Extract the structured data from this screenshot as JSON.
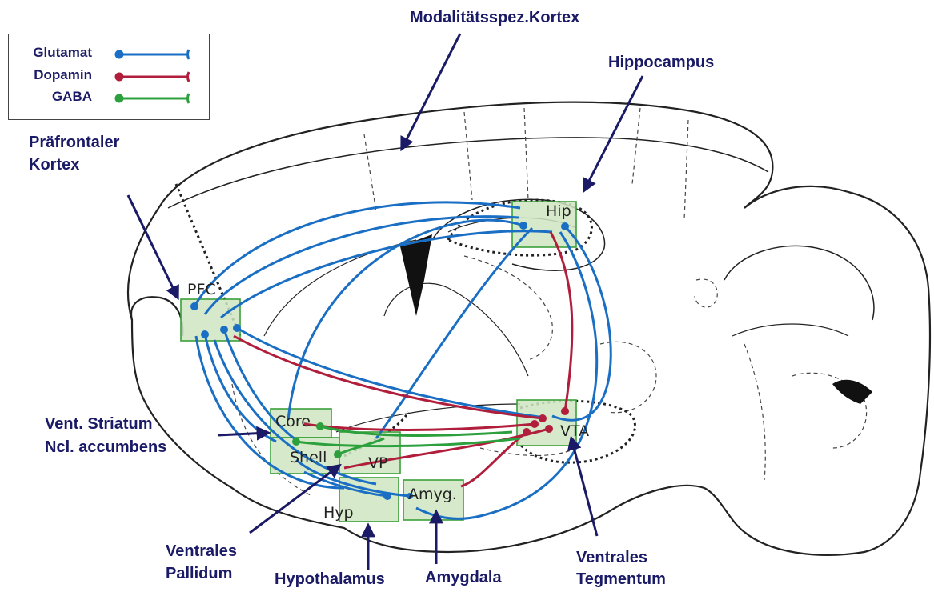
{
  "legend": {
    "items": [
      {
        "label": "Glutamat",
        "color": "#1a6fc4"
      },
      {
        "label": "Dopamin",
        "color": "#b01e3c"
      },
      {
        "label": "GABA",
        "color": "#2ca03c"
      }
    ]
  },
  "callouts": {
    "modal_cortex": "Modalitätsspez.Kortex",
    "hippocampus": "Hippocampus",
    "pfc_line1": "Präfrontaler",
    "pfc_line2": "Kortex",
    "striatum_line1": "Vent. Striatum",
    "striatum_line2": "Ncl. accumbens",
    "pallidum_line1": "Ventrales",
    "pallidum_line2": "Pallidum",
    "hypothalamus": "Hypothalamus",
    "amygdala": "Amygdala",
    "tegmentum_line1": "Ventrales",
    "tegmentum_line2": "Tegmentum"
  },
  "regions": {
    "pfc": "PFC",
    "hip": "Hip",
    "core": "Core",
    "shell": "Shell",
    "vp": "VP",
    "vta": "VTA",
    "hyp": "Hyp",
    "amyg": "Amyg."
  },
  "colors": {
    "glutamate": "#1a6fc4",
    "dopamine": "#b01e3c",
    "gaba": "#2ca03c",
    "region_fill": "#cfe6c2",
    "region_border": "#3aa03a",
    "label_text": "#1a1a66"
  }
}
